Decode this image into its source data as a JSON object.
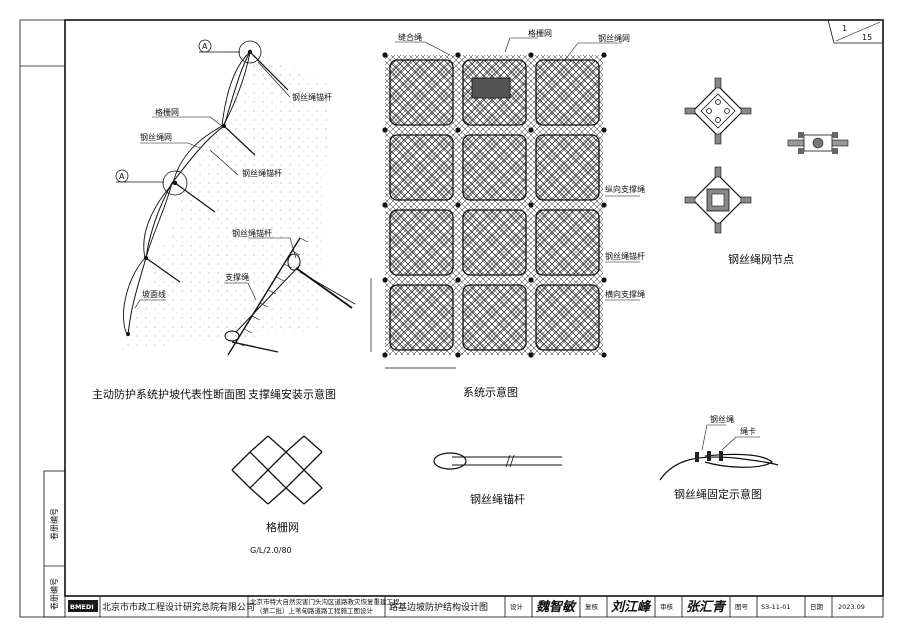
{
  "sheet": {
    "number": "1",
    "total": "15"
  },
  "side_labels": {
    "top": "卷册编号",
    "bottom": "卷册编号"
  },
  "drawing1": {
    "caption": "主动防护系统护坡代表性断面图",
    "marker": "A",
    "labels": {
      "anchor_top": "钢丝绳锚杆",
      "mesh": "格栅网",
      "rope_net": "钢丝绳网",
      "anchor_mid": "钢丝绳锚杆",
      "slope_line": "坡面线"
    }
  },
  "drawing2": {
    "caption": "支撑绳安装示意图",
    "labels": {
      "anchor": "钢丝绳锚杆",
      "support": "支撑绳"
    }
  },
  "drawing3": {
    "caption": "系统示意图",
    "labels": {
      "seam": "缝合绳",
      "mesh": "格栅网",
      "rope_net": "钢丝绳网",
      "vertical": "纵向支撑绳",
      "anchor": "钢丝绳锚杆",
      "horizontal": "横向支撑绳"
    }
  },
  "drawing4": {
    "caption": "钢丝绳网节点"
  },
  "drawing5": {
    "caption": "格栅网",
    "spec": "G/L/2.0/80"
  },
  "drawing6": {
    "caption": "钢丝绳锚杆"
  },
  "drawing7": {
    "caption": "钢丝绳固定示意图",
    "labels": {
      "rope": "钢丝绳",
      "clip": "绳卡"
    }
  },
  "title_block": {
    "logo": "BMEDI",
    "company": "北京市市政工程设计研究总院有限公司",
    "project_line1": "北京市特大自然灾害门头沟区道路救灾恢复重建工程",
    "project_line2": "（第二批）上苇甸路道路工程施工图设计",
    "drawing_title": "路基边坡防护结构设计图",
    "design_label": "设计",
    "design_sig": "魏智敏",
    "review_label": "复核",
    "review_sig": "刘江峰",
    "approve_label": "审核",
    "approve_sig": "张汇青",
    "drawing_no_label": "图号",
    "drawing_no": "S3-11-01",
    "date_label": "日期",
    "date": "2023.09"
  }
}
